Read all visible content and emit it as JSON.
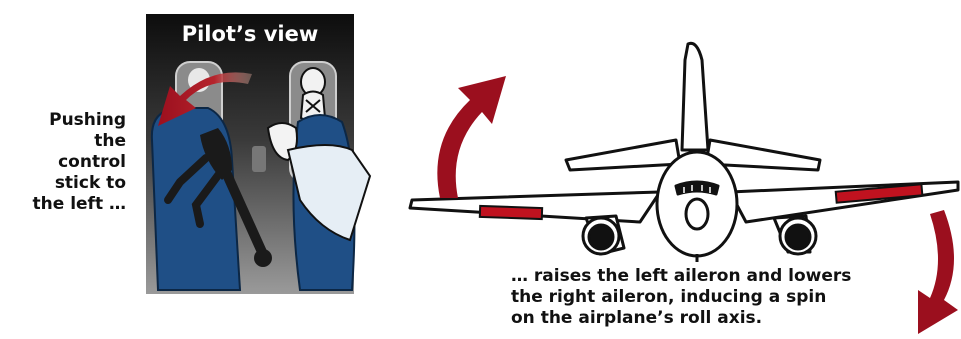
{
  "panel": {
    "title": "Pilot’s view"
  },
  "captions": {
    "left": "Pushing\nthe\ncontrol\nstick to\nthe left …",
    "bottom": "… raises the left aileron and lowers\nthe right aileron, inducing a spin\non the airplane’s roll axis."
  },
  "colors": {
    "arrow": "#9b0f1e",
    "aileron": "#c0121f",
    "panel_bg": "#111111",
    "seat": "#1f4f86",
    "sleeve": "#e6eef5"
  },
  "icons": [
    "roll-arrow-left-icon",
    "roll-arrow-right-icon",
    "stick-arrow-icon",
    "airplane-icon",
    "control-stick-icon"
  ]
}
